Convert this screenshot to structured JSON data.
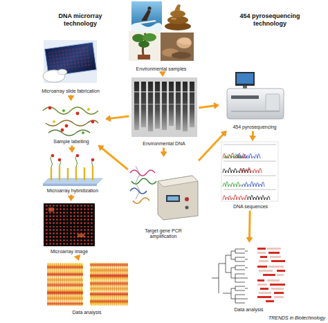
{
  "diagram": {
    "nodes": [
      {
        "text": [
          "Environmental samples"
        ]
      },
      {
        "text": [
          "Microarray slide fabrication"
        ]
      },
      {
        "text": [
          "454 pyrosequencing"
        ]
      },
      {
        "text": [
          "Environmental DNA"
        ]
      },
      {
        "text": [
          "Sample labelling"
        ]
      },
      {
        "text": [
          "Microarray hybridization"
        ]
      },
      {
        "text": [
          "Target gene PCR amplification"
        ]
      },
      {
        "text": [
          "DNA sequences"
        ]
      },
      {
        "text": [
          "Microarray image"
        ]
      },
      {
        "text": [
          "Data analysis"
        ]
      },
      {
        "text": [
          "Data analysis"
        ]
      }
    ],
    "edges": [
      {
        "from": 0,
        "to": 3,
        "arrow": "to"
      },
      {
        "from": 1,
        "to": 4,
        "arrow": "to"
      },
      {
        "from": 3,
        "to": 4,
        "arrow": "to"
      },
      {
        "from": 3,
        "to": 2,
        "arrow": "to"
      },
      {
        "from": 3,
        "to": 6,
        "arrow": "to"
      },
      {
        "from": 6,
        "to": 4,
        "arrow": "to"
      },
      {
        "from": 6,
        "to": 2,
        "arrow": "to"
      },
      {
        "from": 4,
        "to": 5,
        "arrow": "to"
      },
      {
        "from": 5,
        "to": 8,
        "arrow": "to"
      },
      {
        "from": 8,
        "to": 9,
        "arrow": "to"
      },
      {
        "from": 2,
        "to": 7,
        "arrow": "to"
      },
      {
        "from": 7,
        "to": 10,
        "arrow": "to"
      }
    ],
    "labels": [
      "DNA microrray technology",
      "454 pyrosequencing technology",
      "TRENDS in Biotechnology"
    ]
  }
}
